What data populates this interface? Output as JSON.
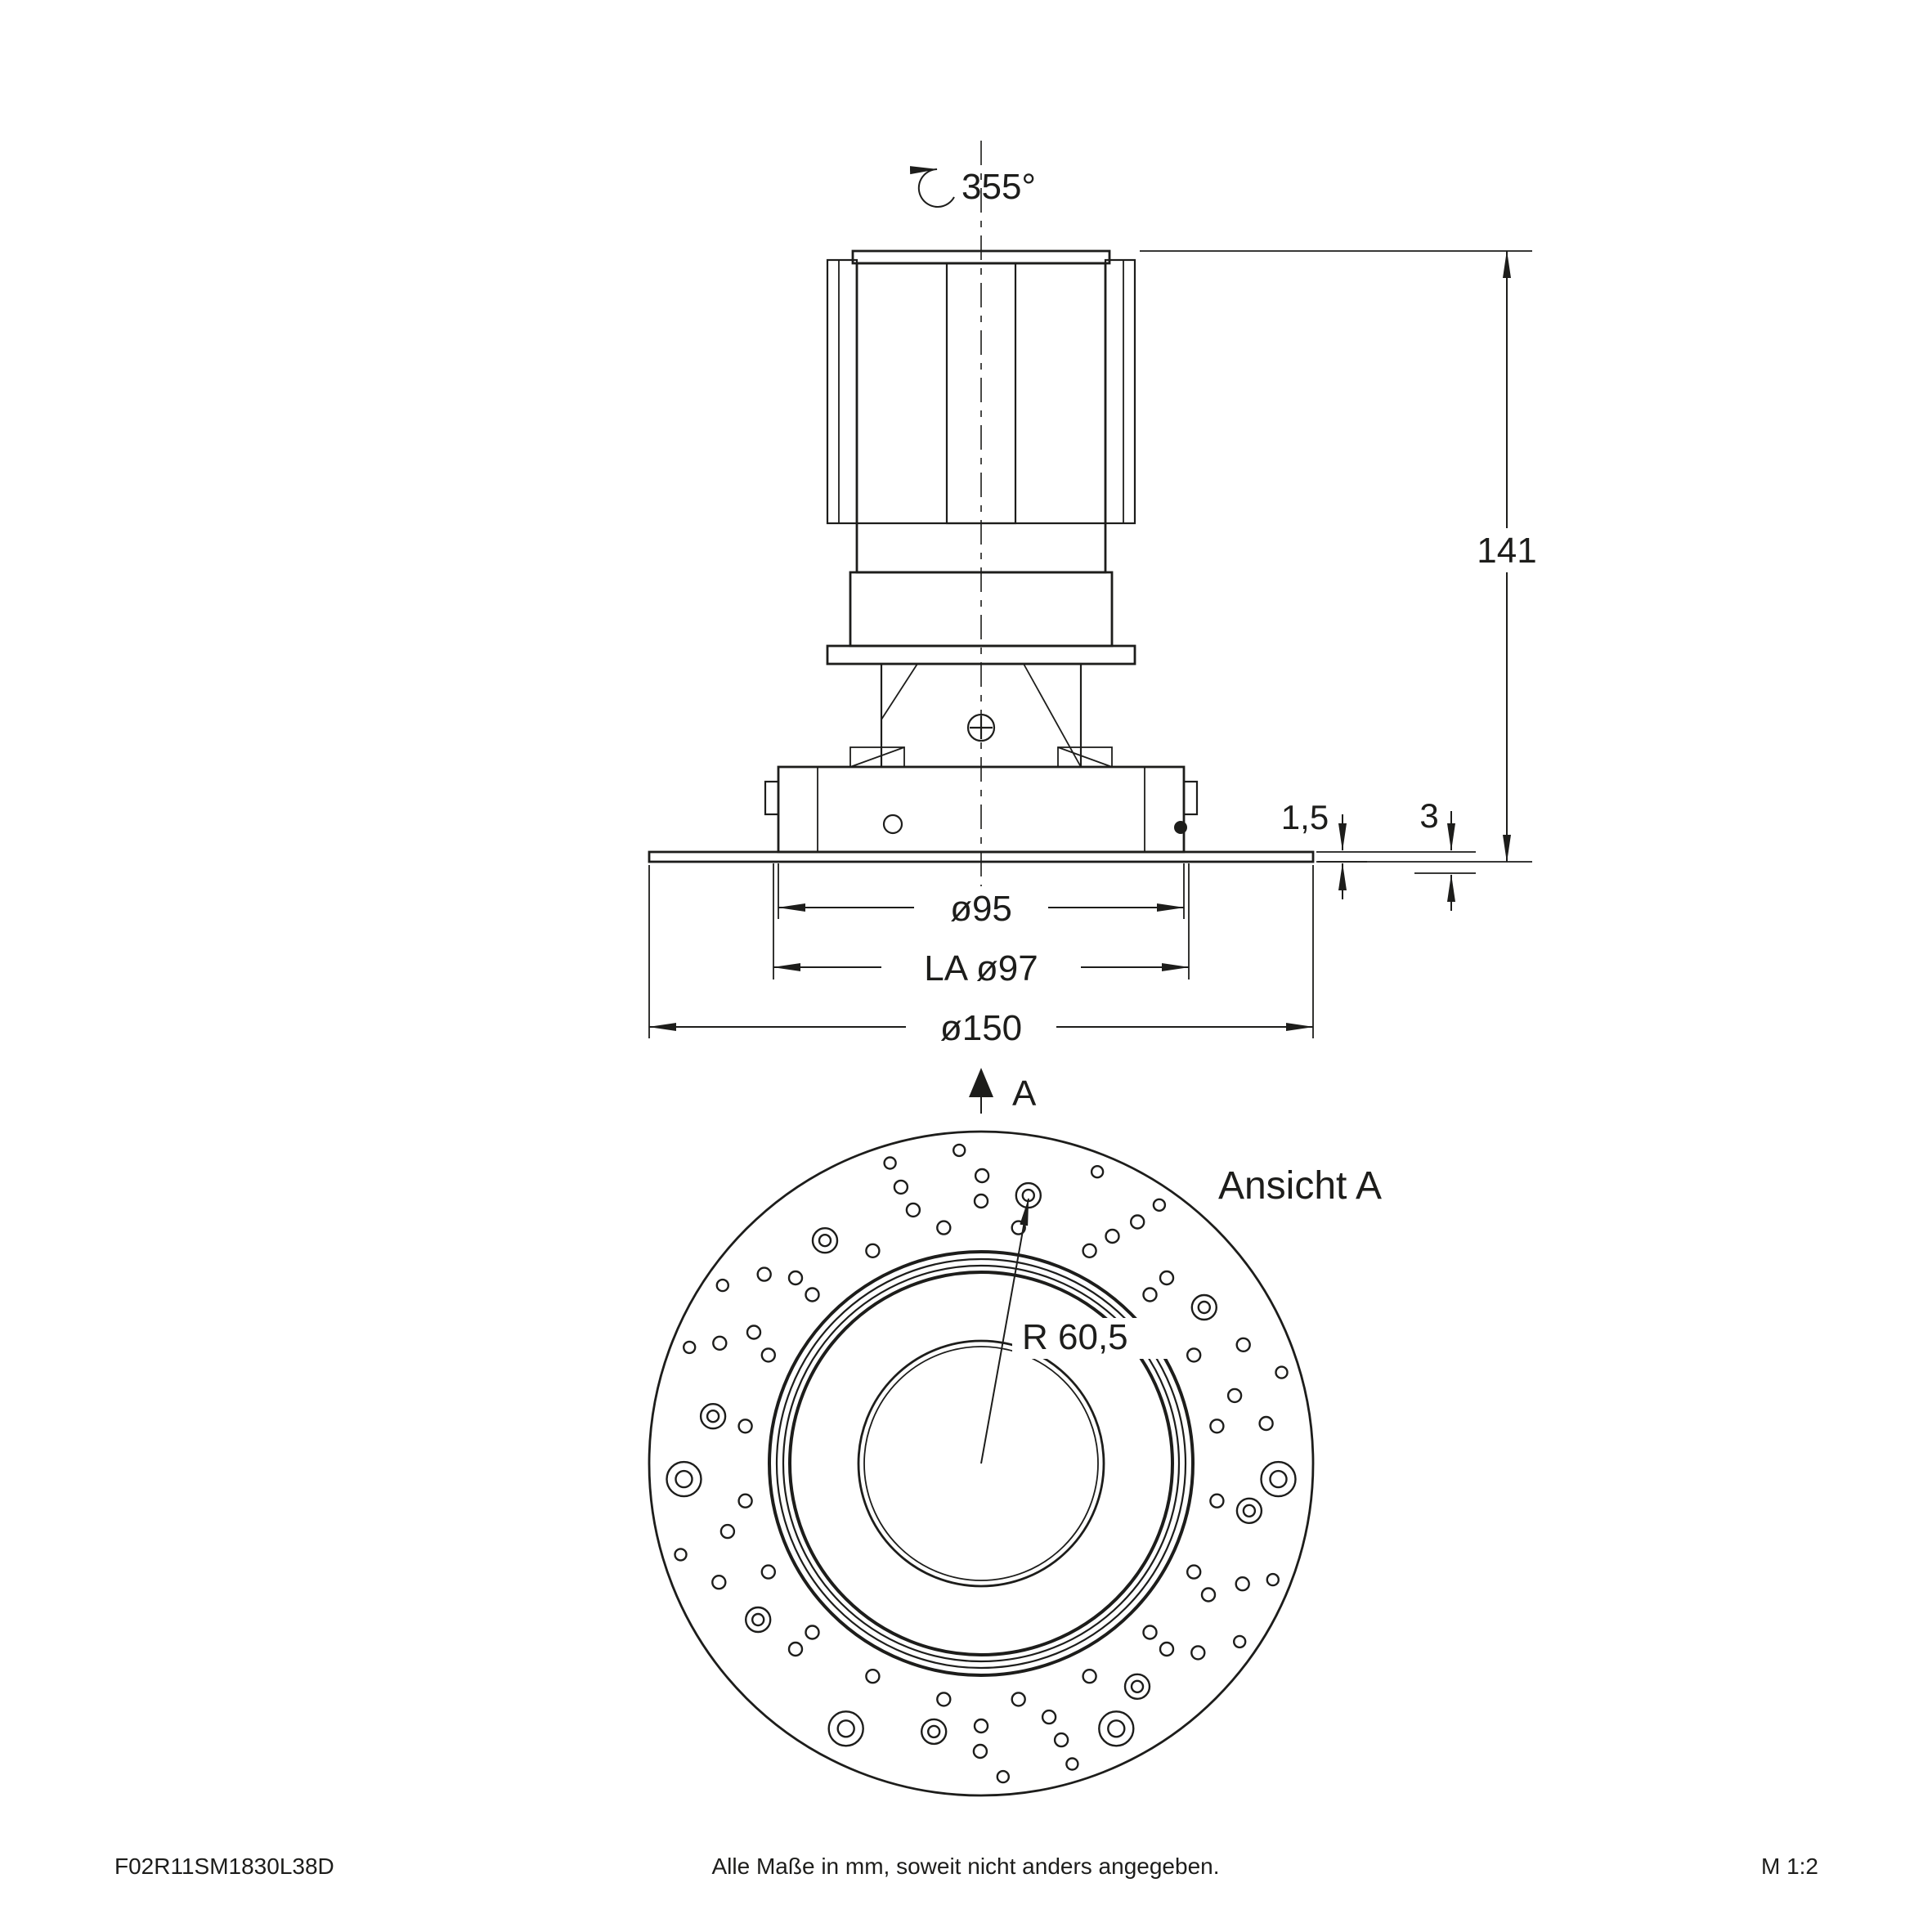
{
  "drawing": {
    "rotation_label": "355°",
    "height_label": "141",
    "flange_thickness_label": "1,5",
    "recess_label": "3",
    "trim_diameter_label": "ø95",
    "cutout_diameter_label": "LA ø97",
    "flange_diameter_label": "ø150",
    "view_arrow_label": "A",
    "view_title": "Ansicht A",
    "hole_radius_label": "R 60,5"
  },
  "footer": {
    "article_code": "F02R11SM1830L38D",
    "note": "Alle Maße in mm, soweit nicht anders angegeben.",
    "scale": "M 1:2"
  }
}
